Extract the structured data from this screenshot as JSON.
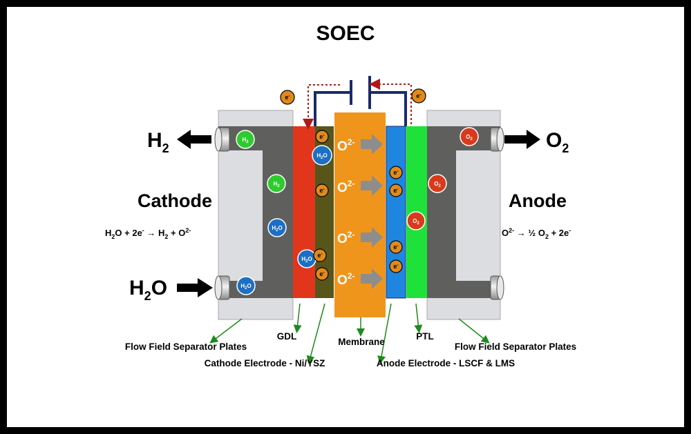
{
  "title": "SOEC",
  "sides": {
    "cathode": "Cathode",
    "anode": "Anode",
    "cathode_reaction": {
      "a": "H",
      "a_sub": "2",
      "b": "O + 2e",
      "b_sup": "-",
      "arrow": " → H",
      "c_sub": "2",
      "d": " + O",
      "d_sup": "2-"
    },
    "anode_reaction": {
      "a": "O",
      "a_sup": "2-",
      "b": " → ½ O",
      "b_sub": "2",
      "c": " + 2e",
      "c_sup": "-"
    }
  },
  "flows": {
    "h2_out": {
      "main": "H",
      "sub": "2"
    },
    "h2o_in": {
      "main": "H",
      "sub": "2",
      "rest": "O"
    },
    "o2_out": {
      "main": "O",
      "sub": "2"
    }
  },
  "ions": {
    "o2_main": "O",
    "o2_sup": "2-",
    "e_main": "e",
    "e_sup": "-",
    "h": "H",
    "sub2": "2",
    "o": "O"
  },
  "labels": {
    "ffsp_left": "Flow Field Separator Plates",
    "gdl": "GDL",
    "cathode_electrode": "Cathode Electrode - Ni/YSZ",
    "membrane": "Membrane",
    "ptl": "PTL",
    "anode_electrode": "Anode Electrode - LSCF & LMS",
    "ffsp_right": "Flow Field Separator Plates"
  },
  "colors": {
    "plate": "#dcdde0",
    "channel": "#5f5f5d",
    "gdl": "#e2361c",
    "cathode_electrode": "#57551a",
    "membrane": "#f0951c",
    "anode_electrode": "#1f86e0",
    "ptl": "#1ee23a",
    "circuit": "#1a2a6b",
    "electron_flow": "#b01818",
    "leader": "#1a8c1a",
    "h2_ball": "#2ecb2e",
    "h2o_ball": "#1d6fc4",
    "o2_ball": "#d83a1c",
    "e_ball": "#e08a1c"
  }
}
